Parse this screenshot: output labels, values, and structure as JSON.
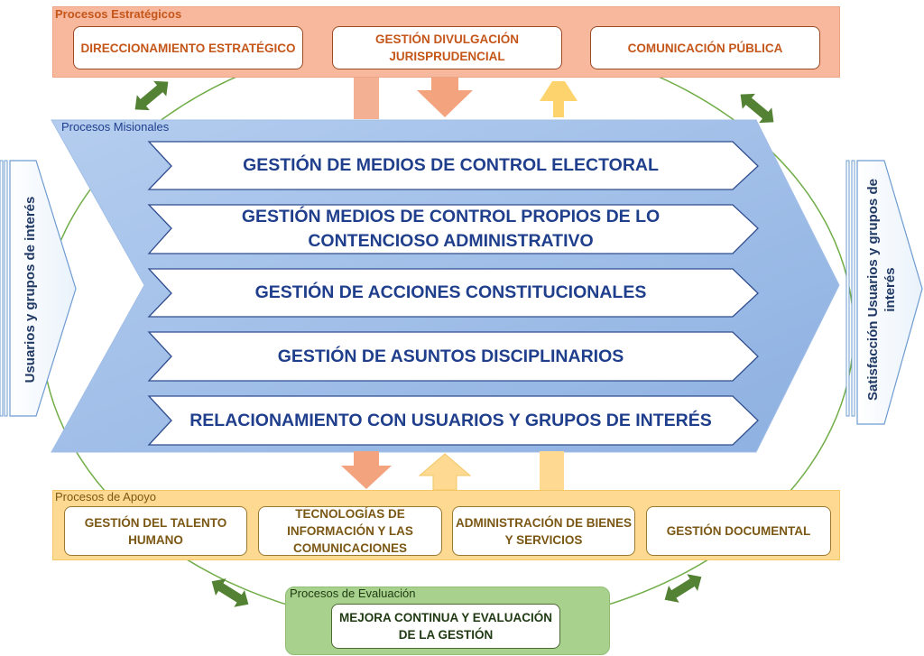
{
  "strategic": {
    "title": "Procesos Estratégicos",
    "boxes": [
      "DIRECCIONAMIENTO ESTRATÉGICO",
      "GESTIÓN DIVULGACIÓN JURISPRUDENCIAL",
      "COMUNICACIÓN PÚBLICA"
    ]
  },
  "missional": {
    "title": "Procesos Misionales",
    "rows": [
      "GESTIÓN DE MEDIOS DE CONTROL ELECTORAL",
      "GESTIÓN MEDIOS DE CONTROL PROPIOS DE LO CONTENCIOSO ADMINISTRATIVO",
      "GESTIÓN DE ACCIONES CONSTITUCIONALES",
      "GESTIÓN DE ASUNTOS DISCIPLINARIOS",
      "RELACIONAMIENTO CON USUARIOS Y GRUPOS DE INTERÉS"
    ]
  },
  "support": {
    "title": "Procesos de Apoyo",
    "boxes": [
      "GESTIÓN DEL TALENTO HUMANO",
      "TECNOLOGÍAS DE INFORMACIÓN Y LAS COMUNICACIONES",
      "ADMINISTRACIÓN DE BIENES Y SERVICIOS",
      "GESTIÓN DOCUMENTAL"
    ]
  },
  "evaluation": {
    "title": "Procesos de Evaluación",
    "box": "MEJORA CONTINUA Y EVALUACIÓN DE LA GESTIÓN"
  },
  "input_label": "Usuarios y grupos de interés",
  "output_label": "Satisfacción Usuarios y grupos de interés",
  "colors": {
    "strategic_band": "#f7b89e",
    "strategic_text": "#c5561a",
    "missional_band": "#8fb3e3",
    "missional_text": "#1f3e8c",
    "support_band": "#fdd991",
    "support_text": "#7b5714",
    "evaluation_band": "#a9d18e",
    "evaluation_text": "#1f3a12",
    "cycle_arrows": "#548235",
    "cycle_line": "#70ad47"
  }
}
